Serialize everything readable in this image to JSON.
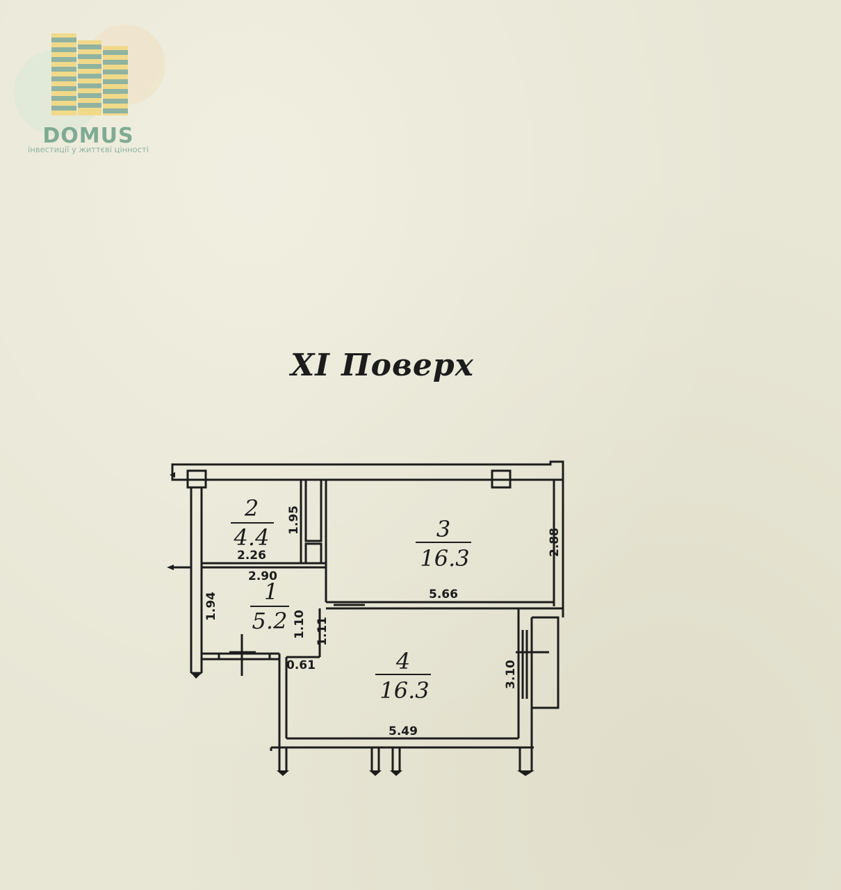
{
  "logo": {
    "name": "DOMUS",
    "tagline": "інвестиції у життєві цінності"
  },
  "floor_title": "XI Поверх",
  "rooms": [
    {
      "number": "2",
      "area": "4.4"
    },
    {
      "number": "3",
      "area": "16.3"
    },
    {
      "number": "1",
      "area": "5.2"
    },
    {
      "number": "4",
      "area": "16.3"
    }
  ],
  "dimensions": {
    "room2_height": "1.95",
    "room2_width": "2.26",
    "room1_width": "2.90",
    "room1_height": "1.94",
    "room1_inner": "1.10",
    "corridor": "1.11",
    "room3_height": "2.88",
    "room3_width": "5.66",
    "room4_offset": "0.61",
    "room4_height": "3.10",
    "room4_width": "5.49"
  },
  "colors": {
    "paper": "#e8e6d5",
    "ink": "#1c1c1c",
    "logo_green": "#7faa94",
    "logo_yellow": "#f1d98a"
  }
}
